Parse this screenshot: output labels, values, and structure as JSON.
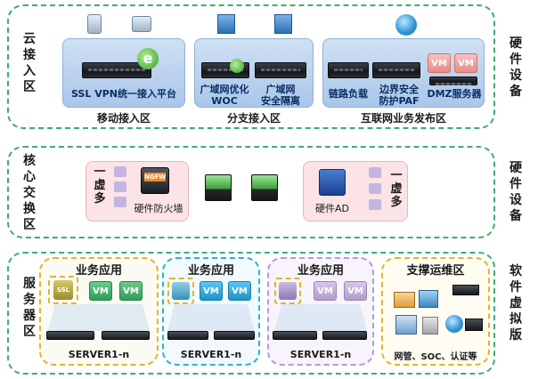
{
  "rows": {
    "top": {
      "label": "云接入区",
      "right": "硬件设备"
    },
    "middle": {
      "label": "核心交换区",
      "right": "硬件设备"
    },
    "bottom": {
      "label": "服务器区",
      "right": "软件虚拟版"
    }
  },
  "top": {
    "mobile": {
      "device": "SSL VPN统一接入平台",
      "panel_label": "移动接入区"
    },
    "branch": {
      "device1": "广域网优化\nWOC",
      "device1_a": "广域网优化",
      "device1_b": "WOC",
      "device2_a": "广域网",
      "device2_b": "安全隔离",
      "panel_label": "分支接入区"
    },
    "internet": {
      "device1": "链路负载",
      "device2_a": "边界安全",
      "device2_b": "防护PAF",
      "device3": "DMZ服务器",
      "vm": "VM",
      "panel_label": "互联网业务发布区"
    }
  },
  "middle": {
    "left_vertical": "一虚多",
    "left_chip": "NGFW",
    "left_caption": "硬件防火墙",
    "right_caption": "硬件AD",
    "right_vertical": "一虚多"
  },
  "bottom": {
    "zones": [
      {
        "title": "业务应用",
        "icon": "SSL",
        "vm": "VM",
        "server_label": "SERVER1-n"
      },
      {
        "title": "业务应用",
        "icon": "",
        "vm": "VM",
        "server_label": "SERVER1-n"
      },
      {
        "title": "业务应用",
        "icon": "",
        "vm": "VM",
        "server_label": "SERVER1-n"
      }
    ],
    "support": {
      "title": "支撑运维区",
      "caption": "网管、SOC、认证等"
    }
  },
  "colors": {
    "green_border": "#3bb06b",
    "yellow": "#e1b52a",
    "cyan": "#29b3d6",
    "purple": "#b59ad6"
  }
}
